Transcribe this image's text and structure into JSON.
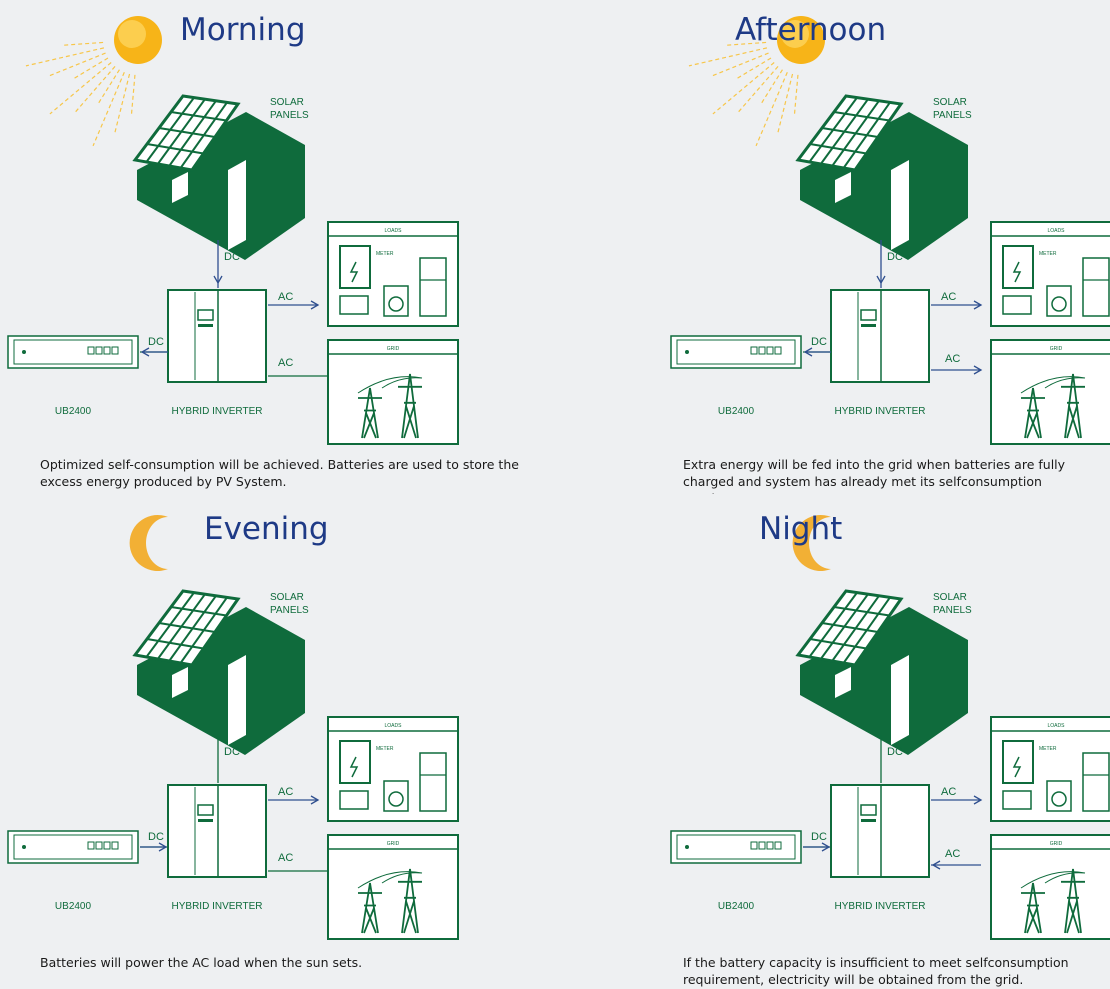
{
  "panels": [
    {
      "id": "morning",
      "title": "Morning",
      "icon": "sun-icon",
      "caption": "Optimized self-consumption will be achieved. Batteries are used to store the excess energy produced by PV System.",
      "labels": {
        "solar_panels": "SOLAR\nPANELS",
        "solar_1": "SOLAR",
        "solar_2": "PANELS",
        "dc_top": "DC",
        "dc_batt": "DC",
        "ac_loads": "AC",
        "ac_grid": "AC",
        "battery": "UB2400",
        "inverter": "HYBRID INVERTER",
        "loads": "LOADS",
        "meter": "METER",
        "grid": "GRID"
      },
      "flows": {
        "dc_top": "down",
        "dc_batt": "to-battery",
        "ac_loads": "to-loads",
        "ac_grid": "none"
      }
    },
    {
      "id": "afternoon",
      "title": "Afternoon",
      "icon": "sun-icon",
      "caption": "Extra energy will be fed into the grid when batteries are fully charged and system has already met its selfconsumption requirement.",
      "labels": {
        "solar_1": "SOLAR",
        "solar_2": "PANELS",
        "dc_top": "DC",
        "dc_batt": "DC",
        "ac_loads": "AC",
        "ac_grid": "AC",
        "battery": "UB2400",
        "inverter": "HYBRID INVERTER",
        "loads": "LOADS",
        "meter": "METER",
        "grid": "GRID"
      },
      "flows": {
        "dc_top": "down",
        "dc_batt": "to-battery",
        "ac_loads": "to-loads",
        "ac_grid": "to-grid"
      }
    },
    {
      "id": "evening",
      "title": "Evening",
      "icon": "moon-icon",
      "caption": "Batteries will power the AC load when the sun sets.",
      "labels": {
        "solar_1": "SOLAR",
        "solar_2": "PANELS",
        "dc_top": "DC",
        "dc_batt": "DC",
        "ac_loads": "AC",
        "ac_grid": "AC",
        "battery": "UB2400",
        "inverter": "HYBRID INVERTER",
        "loads": "LOADS",
        "meter": "METER",
        "grid": "GRID"
      },
      "flows": {
        "dc_top": "none",
        "dc_batt": "from-battery",
        "ac_loads": "to-loads",
        "ac_grid": "none"
      }
    },
    {
      "id": "night",
      "title": "Night",
      "icon": "moon-icon",
      "caption": "If the battery capacity is insufficient to meet selfconsumption requirement, electricity will be obtained from the grid.",
      "labels": {
        "solar_1": "SOLAR",
        "solar_2": "PANELS",
        "dc_top": "DC",
        "dc_batt": "DC",
        "ac_loads": "AC",
        "ac_grid": "AC",
        "battery": "UB2400",
        "inverter": "HYBRID INVERTER",
        "loads": "LOADS",
        "meter": "METER",
        "grid": "GRID"
      },
      "flows": {
        "dc_top": "none",
        "dc_batt": "from-battery",
        "ac_loads": "to-loads",
        "ac_grid": "from-grid"
      }
    }
  ],
  "colors": {
    "green": "#0f6b3c",
    "title_blue": "#1e3a86",
    "sun": "#f7b418",
    "moon": "#f2b035",
    "arrow_blue": "#2f4f8f"
  }
}
